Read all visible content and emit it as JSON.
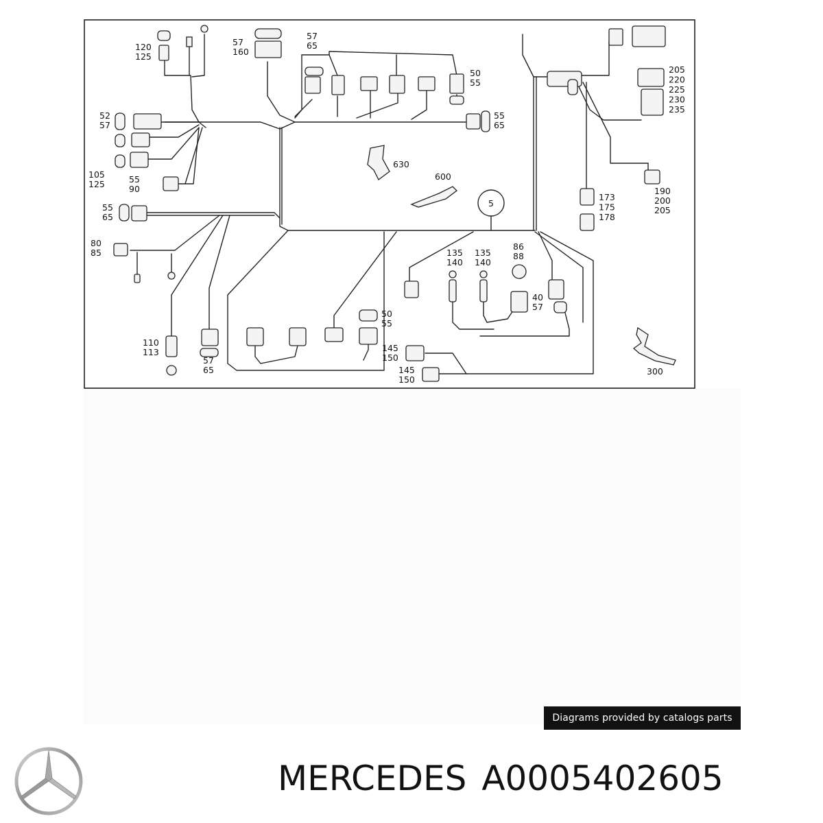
{
  "diagram": {
    "labels": {
      "l120_125": [
        "120",
        "125"
      ],
      "l57_160": [
        "57",
        "160"
      ],
      "l57_65_top": [
        "57",
        "65"
      ],
      "l50_55_top": [
        "50",
        "55"
      ],
      "l52_57": [
        "52",
        "57"
      ],
      "l55_65_r": [
        "55",
        "65"
      ],
      "l105_125": [
        "105",
        "125"
      ],
      "l55_90": [
        "55",
        "90"
      ],
      "l630": [
        "630"
      ],
      "l600": [
        "600"
      ],
      "l5": [
        "5"
      ],
      "l55_65_l": [
        "55",
        "65"
      ],
      "l80_85": [
        "80",
        "85"
      ],
      "l135_140_a": [
        "135",
        "140"
      ],
      "l135_140_b": [
        "135",
        "140"
      ],
      "l86_88": [
        "86",
        "88"
      ],
      "l40_57": [
        "40",
        "57"
      ],
      "l205_235": [
        "205",
        "220",
        "225",
        "230",
        "235"
      ],
      "l173_178": [
        "173",
        "175",
        "178"
      ],
      "l190_205": [
        "190",
        "200",
        "205"
      ],
      "l50_55_bot": [
        "50",
        "55"
      ],
      "l110_113": [
        "110",
        "113"
      ],
      "l57_65_bot": [
        "57",
        "65"
      ],
      "l145_150_a": [
        "145",
        "150"
      ],
      "l145_150_b": [
        "145",
        "150"
      ],
      "l300": [
        "300"
      ]
    }
  },
  "caption": "Diagrams provided by catalogs parts",
  "footer": {
    "brand": "MERCEDES",
    "part_number": "A0005402605",
    "logo_icon": "mercedes-star-icon"
  }
}
